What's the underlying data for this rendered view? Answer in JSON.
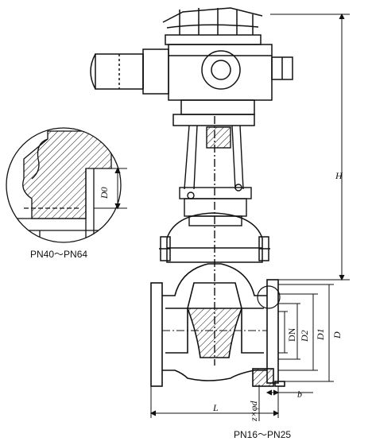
{
  "detail": {
    "caption": "PN40～PN64",
    "dim_d0": "D0"
  },
  "main": {
    "caption": "PN16～PN25",
    "dim_h": "H",
    "dim_l": "L",
    "dim_b": "b",
    "dim_dn": "DN",
    "dim_d2": "D2",
    "dim_d1": "D1",
    "dim_d": "D",
    "dim_bolts": "z×φd"
  },
  "colors": {
    "ink": "#111111",
    "paper": "#ffffff"
  }
}
